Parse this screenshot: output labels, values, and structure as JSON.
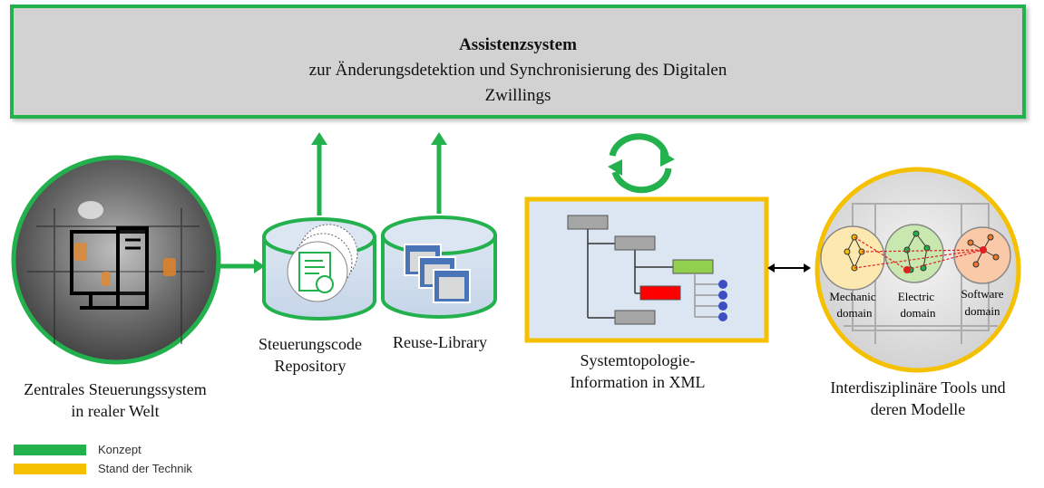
{
  "header": {
    "title": "Assistenzsystem",
    "subtitle_line1": "zur Änderungsdetektion und Synchronisierung  des Digitalen",
    "subtitle_line2": "Zwillings"
  },
  "components": {
    "control_system": {
      "line1": "Zentrales  Steuerungssystem",
      "line2": "in realer Welt"
    },
    "code_repository": {
      "line1": "Steuerungscode",
      "line2": "Repository"
    },
    "reuse_library": {
      "label": "Reuse-Library"
    },
    "xml_info": {
      "line1": "Systemtopologie-",
      "line2": "Information  in XML"
    },
    "tools": {
      "line1": "Interdisziplinäre  Tools und",
      "line2": "deren Modelle",
      "domains": [
        {
          "word1": "Mechanic",
          "word2": "domain"
        },
        {
          "word1": "Electric",
          "word2": "domain"
        },
        {
          "word1": "Software",
          "word2": "domain"
        }
      ]
    }
  },
  "legend": [
    {
      "label": "Konzept",
      "color": "#22b14c"
    },
    {
      "label": "Stand der Technik",
      "color": "#f5c000"
    }
  ],
  "colors": {
    "concept_green": "#22b14c",
    "state_of_art_yellow": "#f5c000",
    "box_gray": "#d2d2d2",
    "xml_box_fill": "#dce6f2"
  }
}
